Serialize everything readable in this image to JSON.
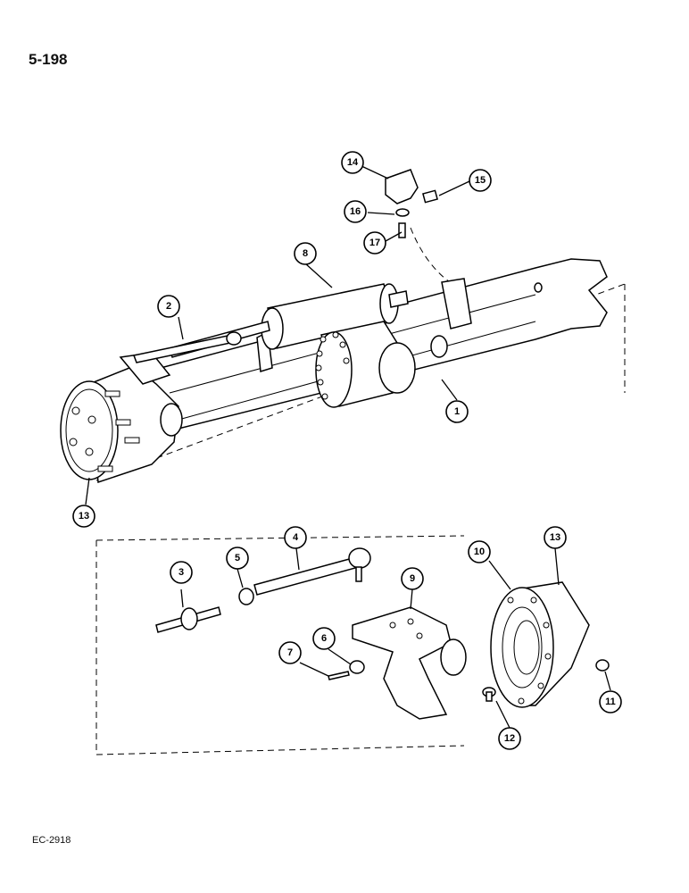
{
  "page": {
    "page_number": "5-198",
    "figure_code": "EC-2918"
  },
  "callouts": {
    "c1": "1",
    "c2": "2",
    "c3": "3",
    "c4": "4",
    "c5": "5",
    "c6": "6",
    "c7": "7",
    "c8": "8",
    "c9": "9",
    "c10": "10",
    "c11": "11",
    "c12": "12",
    "c13a": "13",
    "c13b": "13",
    "c14": "14",
    "c15": "15",
    "c16": "16",
    "c17": "17"
  }
}
